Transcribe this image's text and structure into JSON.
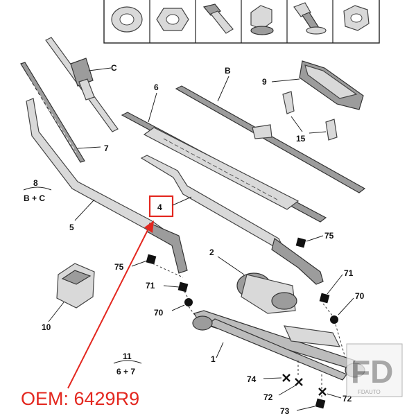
{
  "labels": {
    "c": "C",
    "b": "B",
    "n6": "6",
    "n7": "7",
    "n9": "9",
    "n15": "15",
    "n8": "8",
    "bc": "B + C",
    "n5": "5",
    "n4": "4",
    "n2": "2",
    "n75a": "75",
    "n75b": "75",
    "n71a": "71",
    "n71b": "71",
    "n70a": "70",
    "n70b": "70",
    "n10": "10",
    "n11": "11",
    "sixseven": "6 + 7",
    "n1": "1",
    "n74": "74",
    "n72a": "72",
    "n72b": "72",
    "n73": "73"
  },
  "oem": "OEM: 6429R9",
  "watermark": {
    "mark": "FD",
    "name": "FDAUTO"
  },
  "colors": {
    "accent": "#e3271f",
    "ink": "#111111"
  }
}
